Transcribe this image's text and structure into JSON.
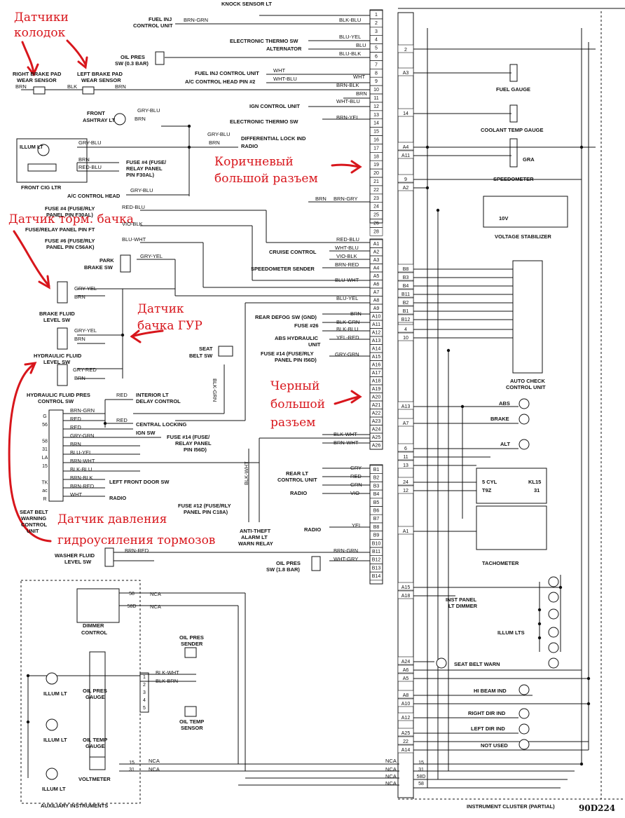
{
  "annotations": {
    "pad_sensors_1": "Датчики",
    "pad_sensors_2": "колодок",
    "brown_1": "Коричневый",
    "brown_2": "большой разъем",
    "brake_tank": "Датчик торм. бачка",
    "ps_tank_1": "Датчик",
    "ps_tank_2": "бачка ГУР",
    "black_1": "Черный",
    "black_2": "большой",
    "black_3": "разъем",
    "pressure_1": "Датчик давления",
    "pressure_2": "гидроусиления тормозов"
  },
  "labels": {
    "knock_sensor": "KNOCK SENSOR LT",
    "fuel_inj_cu_1": "FUEL INJ",
    "fuel_inj_cu_2": "CONTROL UNIT",
    "electronic_thermo_sw": "ELECTRONIC THERMO SW",
    "alternator": "ALTERNATOR",
    "oil_pres_1": "OIL PRES",
    "oil_pres_2": "SW (0.3 BAR)",
    "fuel_inj_control_unit": "FUEL INJ CONTROL UNIT",
    "ac_control_head_pin2": "A/C CONTROL HEAD PIN #2",
    "right_pad_1": "RIGHT BRAKE PAD",
    "right_pad_2": "WEAR SENSOR",
    "left_pad_1": "LEFT BRAKE PAD",
    "left_pad_2": "WEAR SENSOR",
    "ign_control_unit": "IGN CONTROL UNIT",
    "front_ashtray_1": "FRONT",
    "front_ashtray_2": "ASHTRAY LT",
    "electronic_thermo_sw2": "ELECTRONIC THERMO SW",
    "diff_lock_ind": "DIFFERENTIAL LOCK IND",
    "radio": "RADIO",
    "illum_lt": "ILLUM LT",
    "fuse4_1": "FUSE #4 (FUSE/",
    "fuse4_2": "RELAY PANEL",
    "fuse4_3": "PIN F30AL)",
    "front_cig": "FRONT CIG LTR",
    "ac_control_head": "A/C CONTROL HEAD",
    "fuse4b_1": "FUSE #4 (FUSE/RLY",
    "fuse4b_2": "PANEL PIN F30AL)",
    "fuse_relay_ft": "FUSE/RELAY PANEL PIN FT",
    "fuse6_1": "FUSE #6 (FUSE/RLY",
    "fuse6_2": "PANEL PIN C56AK)",
    "park_brake_1": "PARK",
    "park_brake_2": "BRAKE SW",
    "cruise_control": "CRUISE CONTROL",
    "speedometer_sender": "SPEEDOMETER SENDER",
    "brake_fluid_1": "BRAKE FLUID",
    "brake_fluid_2": "LEVEL SW",
    "rear_defog": "REAR DEFOG SW (GND)",
    "fuse26": "FUSE #26",
    "abs_hydraulic_1": "ABS HYDRAULIC",
    "abs_hydraulic_2": "UNIT",
    "hyd_fluid_1": "HYDRAULIC FLUID",
    "hyd_fluid_2": "LEVEL SW",
    "seat_belt_sw_1": "SEAT",
    "seat_belt_sw_2": "BELT SW",
    "fuse14_1": "FUSE #14 (FUSE/RLY",
    "fuse14_2": "PANEL PIN I56D)",
    "hyd_pres_1": "HYDRAULIC FLUID PRES",
    "hyd_pres_2": "CONTROL SW",
    "interior_lt_1": "INTERIOR LT",
    "interior_lt_2": "DELAY CONTROL",
    "central_locking": "CENTRAL LOCKING",
    "ign_sw": "IGN SW",
    "fuse14b_1": "FUSE #14 (FUSE/",
    "fuse14b_2": "RELAY PANEL",
    "fuse14b_3": "PIN I56D)",
    "left_front_door": "LEFT FRONT DOOR SW",
    "radio2": "RADIO",
    "fuse12_1": "FUSE #12 (FUSE/RLY",
    "fuse12_2": "PANEL PIN C18A)",
    "rear_lt_1": "REAR LT",
    "rear_lt_2": "CONTROL UNIT",
    "radio3": "RADIO",
    "radio4": "RADIO",
    "seat_belt_warn_1": "SEAT BELT",
    "seat_belt_warn_2": "WARNING",
    "seat_belt_warn_3": "CONTROL",
    "seat_belt_warn_4": "UNIT",
    "anti_theft_1": "ANTI-THEFT",
    "anti_theft_2": "ALARM LT",
    "anti_theft_3": "WARN RELAY",
    "washer_1": "WASHER FLUID",
    "washer_2": "LEVEL SW",
    "oil_pres18_1": "OIL PRES",
    "oil_pres18_2": "SW (1.8 BAR)",
    "dimmer_1": "DIMMER",
    "dimmer_2": "CONTROL",
    "oil_pres_sender_1": "OIL PRES",
    "oil_pres_sender_2": "SENDER",
    "illum_lt_a": "ILLUM LT",
    "oil_pres_gauge_1": "OIL PRES",
    "oil_pres_gauge_2": "GAUGE",
    "oil_temp_sensor_1": "OIL TEMP",
    "oil_temp_sensor_2": "SENSOR",
    "illum_lt_b": "ILLUM LT",
    "oil_temp_gauge_1": "OIL TEMP",
    "oil_temp_gauge_2": "GAUGE",
    "voltmeter": "VOLTMETER",
    "illum_lt_c": "ILLUM LT",
    "aux_instruments": "AUXILIARY INSTRUMENTS",
    "fuel_gauge": "FUEL GAUGE",
    "coolant_temp": "COOLANT TEMP GAUGE",
    "gra": "GRA",
    "speedometer": "SPEEDOMETER",
    "voltage_stab": "VOLTAGE STABILIZER",
    "v10": "10V",
    "auto_check_1": "AUTO CHECK",
    "auto_check_2": "CONTROL UNIT",
    "abs": "ABS",
    "brake": "BRAKE",
    "alt": "ALT",
    "cyl_5": "5 CYL",
    "kl15": "KL15",
    "t9z": "T9Z",
    "n31": "31",
    "tachometer": "TACHOMETER",
    "inst_dimmer_1": "INST PANEL",
    "inst_dimmer_2": "LT DIMMER",
    "illum_lts": "ILLUM LTS",
    "seat_belt_warn": "SEAT BELT WARN",
    "hi_beam": "HI BEAM IND",
    "right_dir": "RIGHT DIR IND",
    "left_dir": "LEFT DIR IND",
    "not_used": "NOT USED",
    "instrument_cluster": "INSTRUMENT CLUSTER (PARTIAL)",
    "diagram_code": "90D224"
  },
  "wires": {
    "brn_grn": "BRN-GRN",
    "blk_blu": "BLK-BLU",
    "blu_yel": "BLU-YEL",
    "blu": "BLU",
    "blu_blk": "BLU-BLK",
    "wht": "WHT",
    "wht_blu": "WHT-BLU",
    "wht2": "WHT",
    "brn_blk": "BRN-BLK",
    "brn": "BRN",
    "brn2": "BRN",
    "blk": "BLK",
    "brn3": "BRN",
    "wht_blu2": "WHT-BLU",
    "brn_yel": "BRN-YEL",
    "gry_blu": "GRY-BLU",
    "brn4": "BRN",
    "gry_blu2": "GRY-BLU",
    "brn5": "BRN",
    "gry_blu3": "GRY-BLU",
    "brn6": "BRN",
    "red_blu": "RED-BLU",
    "gry_blu4": "GRY-BLU",
    "brn7": "BRN",
    "brn_gry": "BRN-GRY",
    "red_blu2": "RED-BLU",
    "vio_blk": "VIO-BLK",
    "blu_wht": "BLU-WHT",
    "red_blu3": "RED-BLU",
    "wht_blu3": "WHT-BLU",
    "vio_blk2": "VIO-BLK",
    "brn_red": "BRN-RED",
    "blu_wht2": "BLU-WHT",
    "gry_yel": "GRY-YEL",
    "gry_yel2": "GRY-YEL",
    "brn8": "BRN",
    "blu_yel2": "BLU-YEL",
    "brn9": "BRN",
    "blk_blu2": "BLK-BLU",
    "blk_grn": "BLK-GRN",
    "gry_yel3": "GRY-YEL",
    "yel_red": "YEL-RED",
    "brn10": "BRN",
    "gry_grn": "GRY-GRN",
    "gry_red": "GRY-RED",
    "brn11": "BRN",
    "red": "RED",
    "brn_grn2": "BRN-GRN",
    "red2": "RED",
    "red3": "RED",
    "red4": "RED",
    "gry_grn2": "GRY-GRN",
    "brn12": "BRN",
    "blu_yel3": "BLU-YEL",
    "brn_wht": "BRN-WHT",
    "blk_blu3": "BLK-BLU",
    "brn_blk2": "BRN-BLK",
    "brn_red2": "BRN-RED",
    "wht3": "WHT",
    "blk_wht": "BLK-WHT",
    "brn_wht2": "BRN-WHT",
    "gry": "GRY",
    "red5": "RED",
    "grn": "GRN",
    "vio": "VIO",
    "yel": "YEL",
    "brn_red3": "BRN-RED",
    "wht_gry": "WHT-GRY",
    "brn_grn3": "BRN-GRN",
    "blk_grn2": "BLK-GRN",
    "blk_wht2": "BLK-WHT",
    "nca": "NCA",
    "nca2": "NCA",
    "blk_wht3": "BLK-WHT",
    "blk_brn": "BLK BRN",
    "nca3": "NCA",
    "nca4": "NCA",
    "nca5": "NCA",
    "nca6": "NCA",
    "nca7": "NCA",
    "nca8": "NCA"
  },
  "connector_brown": [
    "1",
    "2",
    "3",
    "4",
    "5",
    "6",
    "7",
    "8",
    "9",
    "10",
    "11",
    "12",
    "13",
    "14",
    "15",
    "16",
    "17",
    "18",
    "19",
    "20",
    "21",
    "22",
    "23",
    "24",
    "25",
    "26",
    "28"
  ],
  "connector_black": [
    "A1",
    "A2",
    "A3",
    "A4",
    "A5",
    "A6",
    "A7",
    "A8",
    "A9",
    "A10",
    "A11",
    "A12",
    "A13",
    "A14",
    "A15",
    "A16",
    "A17",
    "A18",
    "A19",
    "A20",
    "A21",
    "A22",
    "A23",
    "A24",
    "A25",
    "A26"
  ],
  "connector_b": [
    "B1",
    "B2",
    "B3",
    "B4",
    "B5",
    "B6",
    "B7",
    "B8",
    "B9",
    "B10",
    "B11",
    "B12",
    "B13",
    "B14"
  ],
  "seat_belt_pins": [
    "G",
    "56",
    "",
    "58",
    "31",
    "LA",
    "15",
    "",
    "TK",
    "ac",
    "R"
  ],
  "cluster_pins": [
    "2",
    "A3",
    "14",
    "A4",
    "A11",
    "9",
    "A2",
    "B8",
    "B3",
    "B4",
    "B11",
    "B2",
    "B1",
    "B12",
    "4",
    "10",
    "A13",
    "A7",
    "6",
    "11",
    "13",
    "24",
    "12",
    "A1",
    "A15",
    "A18",
    "A24",
    "A6",
    "A5",
    "A8",
    "A10",
    "A12",
    "A25",
    "22",
    "A14"
  ],
  "bottom_pins": [
    "15",
    "31",
    "58D",
    "58"
  ],
  "bottom_pins_left": [
    "58",
    "58D"
  ],
  "aux_pins": [
    "1",
    "2",
    "3",
    "4",
    "5"
  ],
  "aux_bottom_pins": [
    "15",
    "31"
  ]
}
